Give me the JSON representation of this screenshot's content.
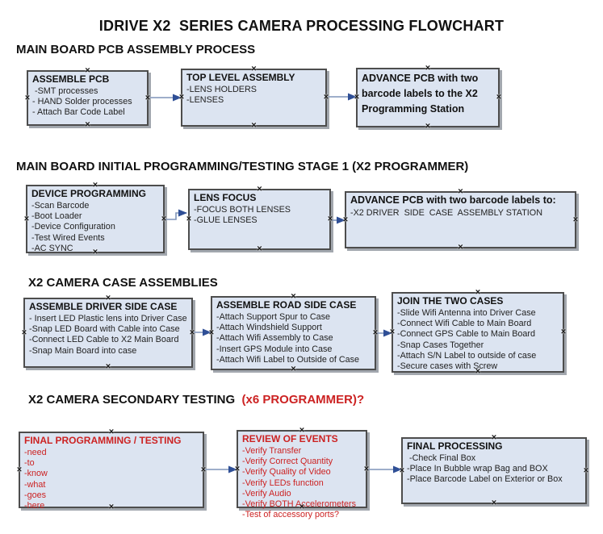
{
  "title": "IDRIVE X2  SERIES CAMERA PROCESSING FLOWCHART",
  "colors": {
    "box_fill": "#dce4f1",
    "box_border": "#4d4d4d",
    "shadow": "#a2a7ae",
    "red": "#cc2222",
    "arrow_line": "#7f94b8",
    "arrow_head": "#2f4f96"
  },
  "icons": {
    "connection_handle": "×"
  },
  "sections": [
    {
      "heading": "MAIN BOARD PCB ASSEMBLY PROCESS"
    },
    {
      "heading": "MAIN BOARD INITIAL PROGRAMMING/TESTING STAGE 1 (X2 PROGRAMMER)"
    },
    {
      "heading": "X2 CAMERA CASE ASSEMBLIES"
    },
    {
      "heading": "X2 CAMERA SECONDARY TESTING",
      "heading_red": "  (x6 PROGRAMMER)?"
    }
  ],
  "boxes": {
    "assemble_pcb": {
      "title": "ASSEMBLE PCB",
      "items": [
        " -SMT processes",
        "- HAND Solder processes",
        "- Attach Bar Code Label"
      ]
    },
    "top_level_assembly": {
      "title": "TOP LEVEL ASSEMBLY",
      "items": [
        "-LENS HOLDERS",
        "-LENSES"
      ]
    },
    "advance_pcb_station": {
      "title": "ADVANCE PCB with two barcode labels to the X2 Programming Station",
      "items": []
    },
    "device_programming": {
      "title": "DEVICE PROGRAMMING",
      "items": [
        "-Scan Barcode",
        "-Boot Loader",
        "-Device Configuration",
        "-Test Wired Events",
        "-AC SYNC"
      ]
    },
    "lens_focus": {
      "title": "LENS FOCUS",
      "items": [
        "-FOCUS BOTH LENSES",
        "-GLUE LENSES"
      ]
    },
    "advance_pcb_driver": {
      "title": "ADVANCE PCB with two barcode labels to:",
      "items": [
        "-X2 DRIVER  SIDE  CASE  ASSEMBLY STATION"
      ]
    },
    "assemble_driver_side_case": {
      "title": "ASSEMBLE DRIVER SIDE CASE",
      "items": [
        "- Insert LED Plastic lens into Driver Case",
        "-Snap LED Board with Cable into Case",
        "-Connect LED Cable to X2 Main Board",
        "-Snap Main Board into case"
      ]
    },
    "assemble_road_side_case": {
      "title": "ASSEMBLE ROAD SIDE CASE",
      "items": [
        "-Attach Support Spur to Case",
        "-Attach Windshield Support",
        "-Attach Wifi Assembly to Case",
        "-Insert GPS Module into Case",
        "-Attach Wifi Label to Outside of Case"
      ]
    },
    "join_the_two_cases": {
      "title": "JOIN THE TWO CASES",
      "items": [
        "-Slide Wifi Antenna into Driver Case",
        "-Connect Wifi Cable to Main Board",
        "-Connect GPS Cable to Main Board",
        "-Snap Cases Together",
        "-Attach S/N Label to outside of case",
        "-Secure cases with Screw"
      ]
    },
    "final_programming_testing": {
      "title": "FINAL PROGRAMMING / TESTING",
      "items": [
        "-need",
        "-to",
        "-know",
        "-what",
        "-goes",
        "-here"
      ]
    },
    "review_of_events": {
      "title": "REVIEW OF EVENTS",
      "items": [
        "-Verify Transfer",
        "-Verify Correct Quantity",
        "-Verify Quality of Video",
        "-Verify LEDs function",
        "-Verify Audio",
        "-Verify BOTH Accelerometers",
        "-Test of accessory ports?"
      ]
    },
    "final_processing": {
      "title": "FINAL PROCESSING",
      "items": [
        " -Check Final Box",
        "-Place In Bubble wrap Bag and BOX",
        "-Place Barcode Label on Exterior or Box"
      ]
    }
  }
}
